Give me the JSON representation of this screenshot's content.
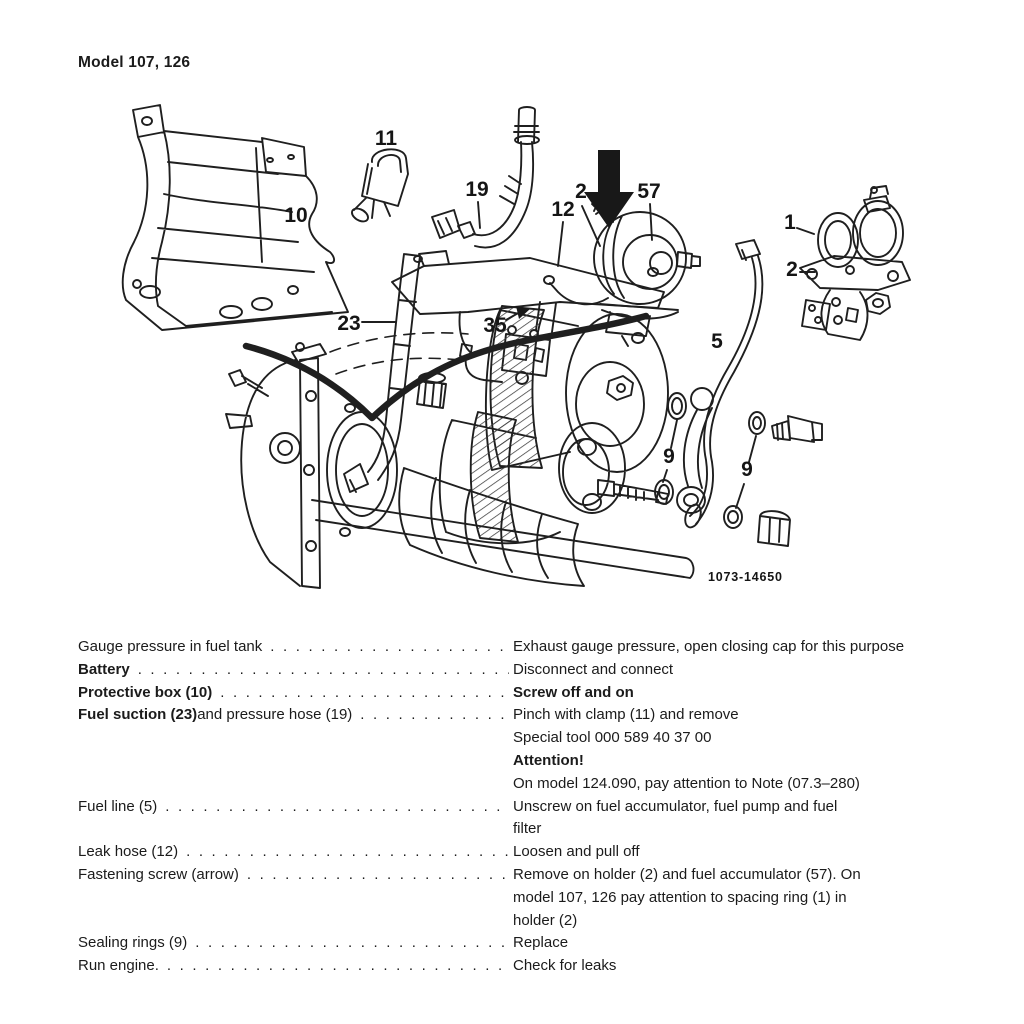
{
  "colors": {
    "ink": "#1b1b1b",
    "paper": "#ffffff"
  },
  "page": {
    "title": "Model 107, 126"
  },
  "figure": {
    "number": "1073-14650",
    "labels": [
      "10",
      "11",
      "19",
      "12",
      "2",
      "57",
      "1",
      "2",
      "23",
      "35",
      "5",
      "9",
      "9"
    ]
  },
  "procedure": {
    "rows": [
      {
        "left": [
          {
            "t": "Gauge pressure in fuel tank",
            "b": false
          }
        ],
        "right": [
          [
            {
              "t": "Exhaust gauge pressure, open closing cap for this purpose",
              "b": false
            }
          ]
        ]
      },
      {
        "left": [
          {
            "t": "Battery",
            "b": true
          }
        ],
        "right": [
          [
            {
              "t": "Disconnect and connect",
              "b": false
            }
          ]
        ]
      },
      {
        "left": [
          {
            "t": "Protective box (10)",
            "b": true
          }
        ],
        "right": [
          [
            {
              "t": "Screw off and on",
              "b": true
            }
          ]
        ]
      },
      {
        "left": [
          {
            "t": "Fuel suction (23)",
            "b": true
          },
          {
            "t": " and pressure hose (19)",
            "b": false
          }
        ],
        "right": [
          [
            {
              "t": "Pinch with clamp (11) and remove",
              "b": false
            }
          ],
          [
            {
              "t": "Special tool 000 589 40 37 00",
              "b": false
            }
          ],
          [
            {
              "t": "Attention!",
              "b": true
            }
          ],
          [
            {
              "t": "On model 124.090, pay attention to Note (07.3–280)",
              "b": false
            }
          ]
        ]
      },
      {
        "left": [
          {
            "t": "Fuel line (5)",
            "b": false
          }
        ],
        "right": [
          [
            {
              "t": "Unscrew on fuel accumulator, fuel pump and fuel",
              "b": false
            }
          ],
          [
            {
              "t": "filter",
              "b": false
            }
          ]
        ]
      },
      {
        "left": [
          {
            "t": "Leak hose (12)",
            "b": false
          }
        ],
        "right": [
          [
            {
              "t": "Loosen and pull off",
              "b": false
            }
          ]
        ]
      },
      {
        "left": [
          {
            "t": "Fastening screw (arrow)",
            "b": false
          }
        ],
        "right": [
          [
            {
              "t": "Remove on holder (2) and fuel accumulator (57). On",
              "b": false
            }
          ],
          [
            {
              "t": "model 107, 126 pay attention to spacing ring (1) in",
              "b": false
            }
          ],
          [
            {
              "t": "holder (2)",
              "b": false
            }
          ]
        ]
      },
      {
        "left": [
          {
            "t": "Sealing rings (9)",
            "b": false
          }
        ],
        "right": [
          [
            {
              "t": "Replace",
              "b": false
            }
          ]
        ]
      },
      {
        "left": [
          {
            "t": "Run engine.",
            "b": false
          }
        ],
        "right": [
          [
            {
              "t": "Check for leaks",
              "b": false
            }
          ]
        ]
      }
    ]
  }
}
